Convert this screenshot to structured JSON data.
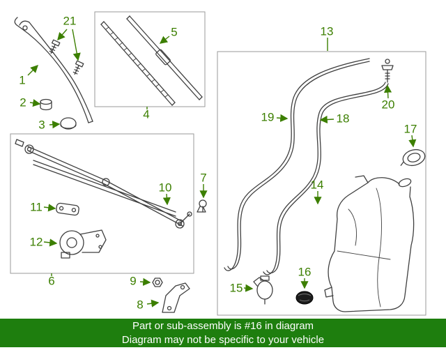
{
  "labels": [
    "1",
    "2",
    "3",
    "4",
    "5",
    "6",
    "7",
    "8",
    "9",
    "10",
    "11",
    "12",
    "13",
    "14",
    "15",
    "16",
    "17",
    "18",
    "19",
    "20",
    "21"
  ],
  "highlighted_label": "16",
  "banner": {
    "line1": "Part or sub-assembly is #16 in diagram",
    "line2": "Diagram may not be specific to your vehicle"
  },
  "colors": {
    "label_green": "#3c7f00",
    "banner_green": "#1e7e0e",
    "banner_text": "#ffffff",
    "line_dark": "#3f3f3f",
    "box_gray": "#9a9a9a",
    "highlight_dark": "#1c1c1c",
    "background": "#ffffff"
  }
}
